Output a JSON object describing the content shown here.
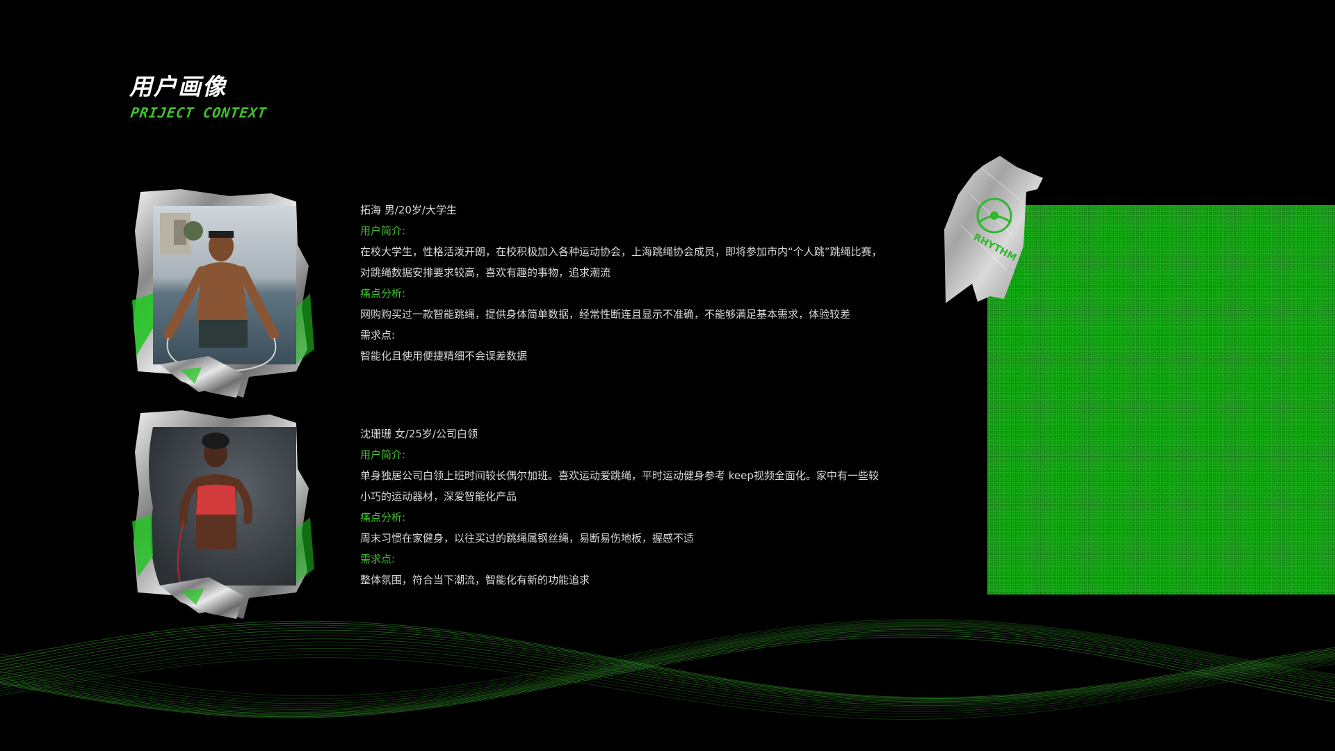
{
  "header": {
    "title": "用户画像",
    "subtitle": "PRIJECT CONTEXT"
  },
  "colors": {
    "background": "#000000",
    "accent_green": "#3ec22b",
    "panel_green": "#16b516",
    "text": "#d9d9d9"
  },
  "profiles": [
    {
      "name_line": "拓海 男/20岁/大学生",
      "intro_label": "用户简介:",
      "intro_lines": [
        "在校大学生，性格活泼开朗，在校积极加入各种运动协会，上海跳绳协会成员，即将参加市内“个人跳”跳绳比赛，",
        "对跳绳数据安排要求较高，喜欢有趣的事物，追求潮流"
      ],
      "pain_label": "痛点分析:",
      "pain_text": "网购购买过一款智能跳绳，提供身体简单数据，经常性断连且显示不准确，不能够满足基本需求，体验较差",
      "need_label": "需求点:",
      "need_text": "智能化且使用便捷精细不会误差数据"
    },
    {
      "name_line": "沈珊珊 女/25岁/公司白领",
      "intro_label": "用户简介:",
      "intro_lines": [
        "单身独居公司白领上班时间较长偶尔加班。喜欢运动爱跳绳，平时运动健身参考 keep视频全面化。家中有一些较",
        "小巧的运动器材，深爱智能化产品"
      ],
      "pain_label": "痛点分析:",
      "pain_text": "周末习惯在家健身，以往买过的跳绳属钢丝绳，易断易伤地板，握感不适",
      "need_label": "需求点:",
      "need_text": "整体氛围，符合当下潮流，智能化有新的功能追求"
    }
  ],
  "tape_logo_text": "RHYTHM",
  "icons": [
    "foil-photo-frame-icon",
    "tape-logo-icon"
  ]
}
